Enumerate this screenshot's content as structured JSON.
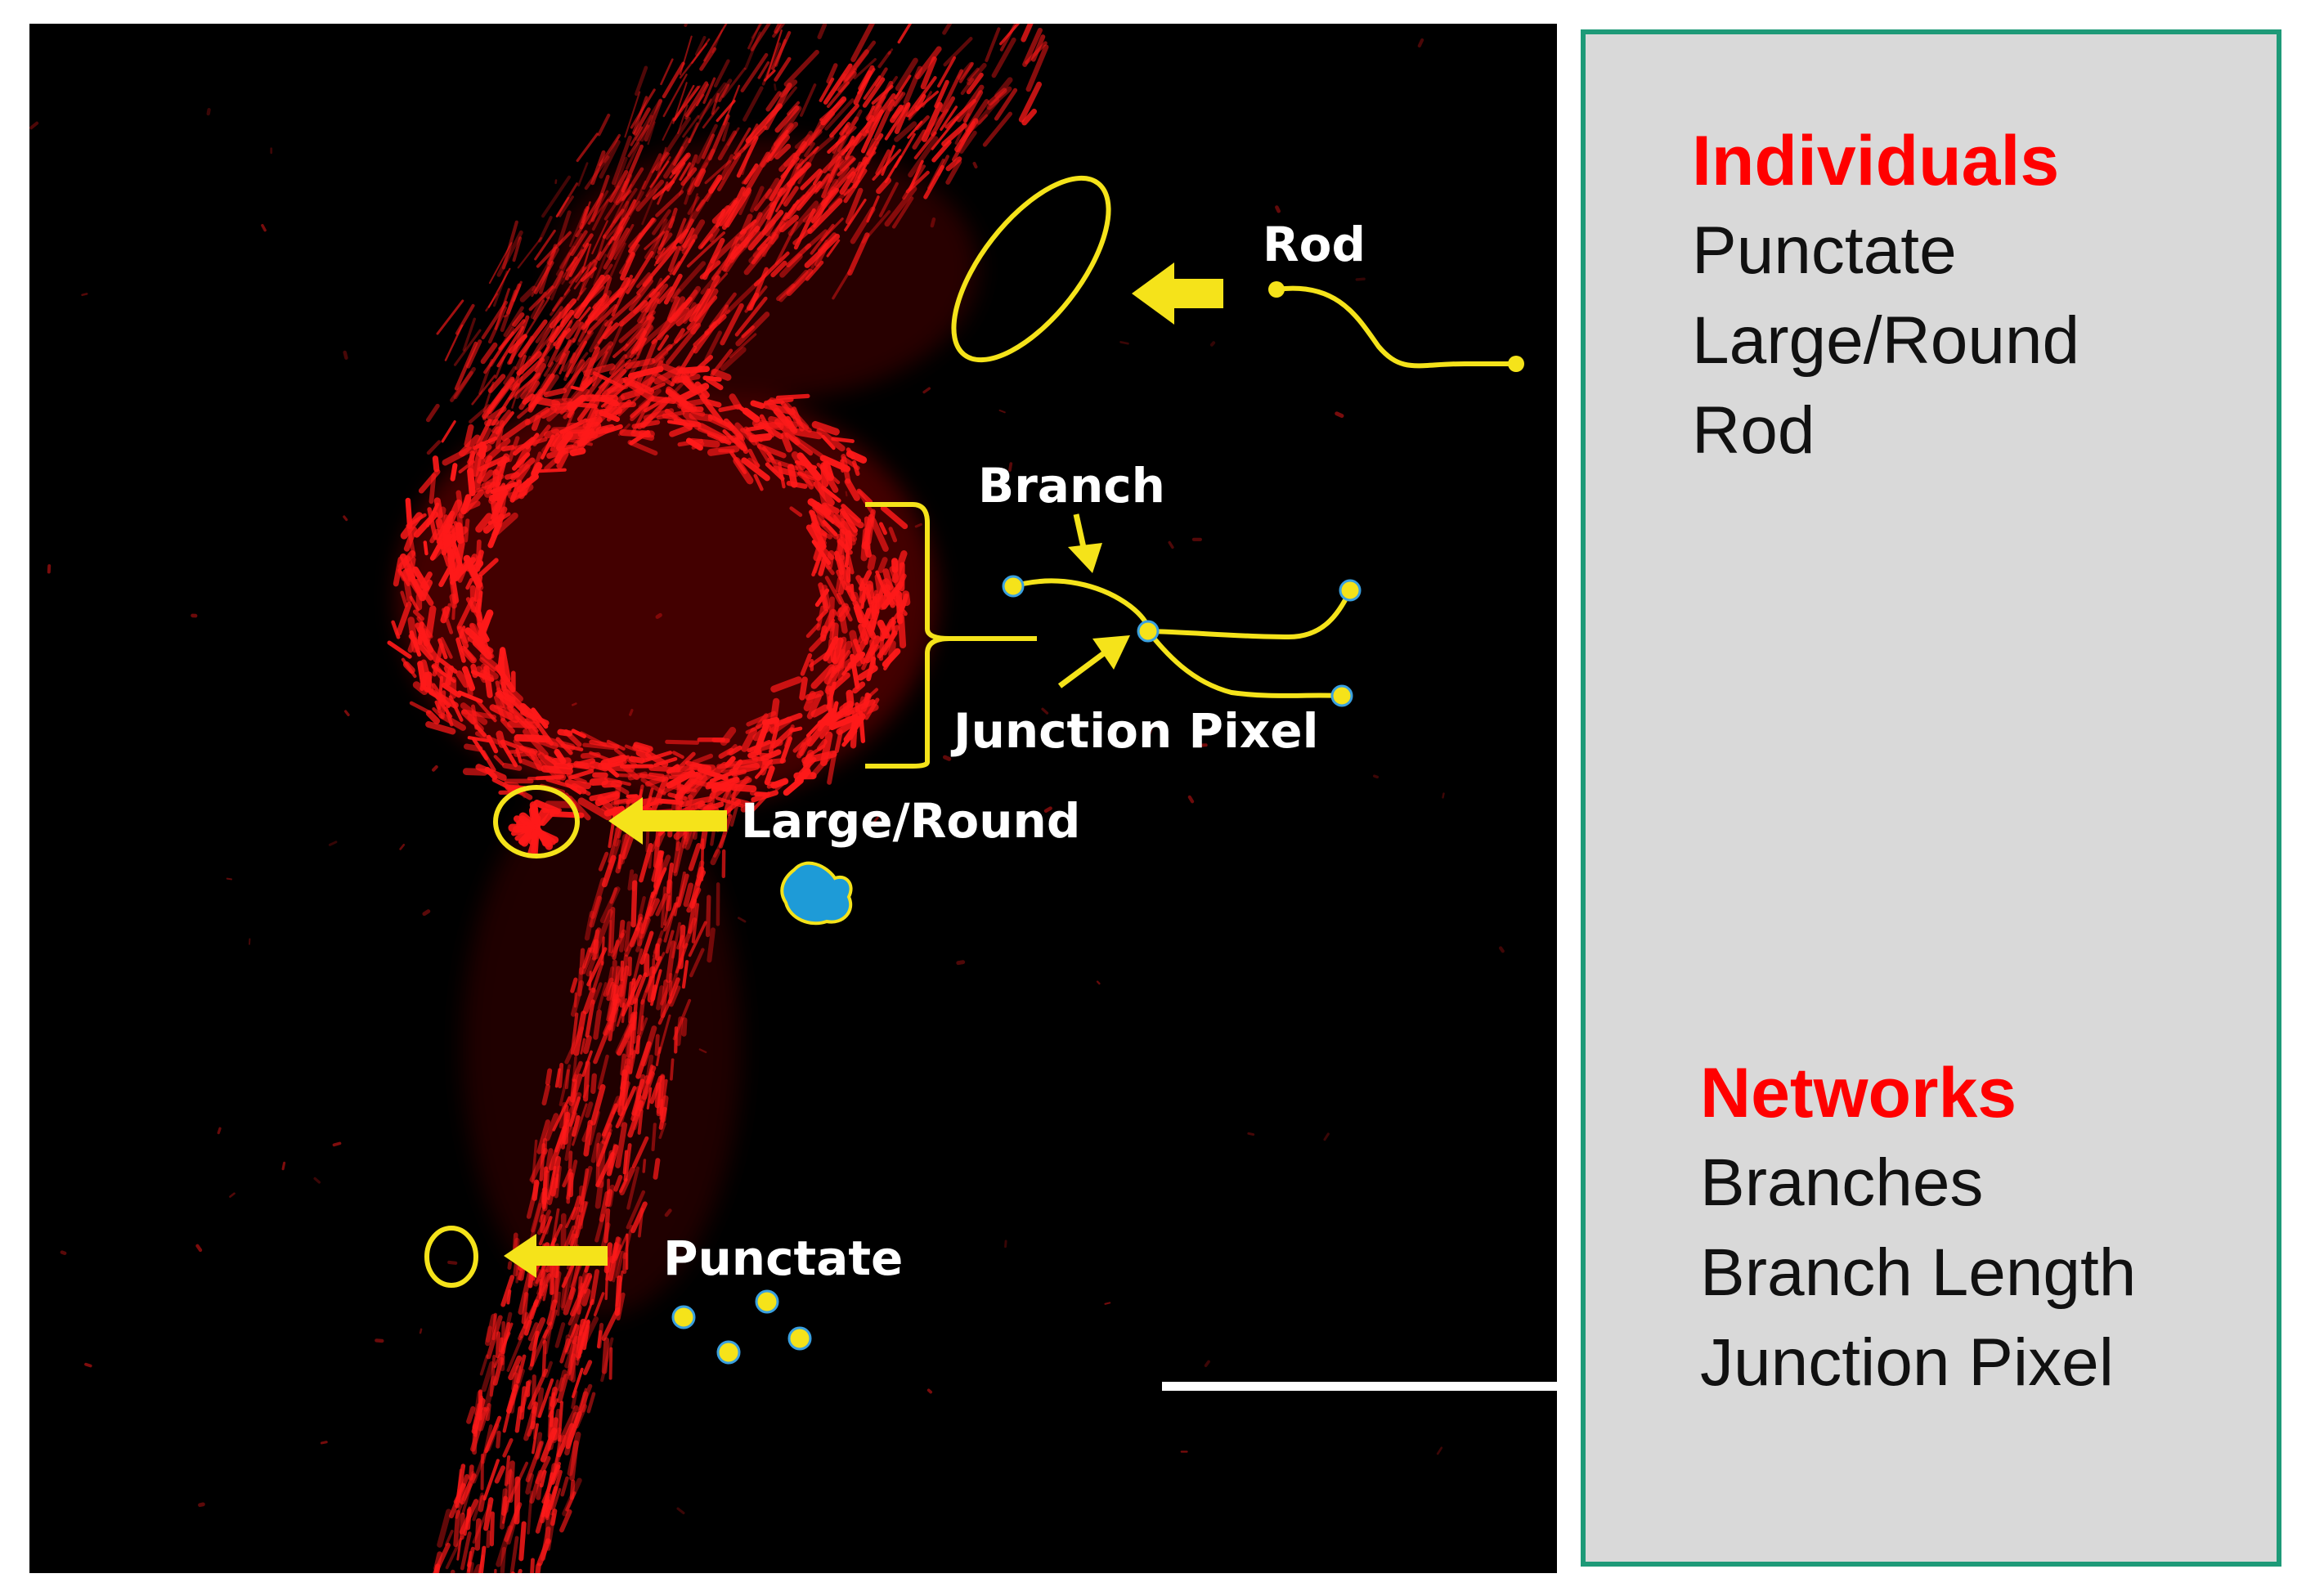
{
  "figure": {
    "annotations": {
      "rod": "Rod",
      "branch": "Branch",
      "junction_pixel": "Junction Pixel",
      "large_round": "Large/Round",
      "punctate": "Punctate"
    },
    "colors": {
      "background": "#000000",
      "mitochondria": "#ff1a1a",
      "annotation": "#f5e31a",
      "label_text": "#ffffff",
      "blob": "#1e9bd7",
      "scale_bar": "#ffffff"
    }
  },
  "legend": {
    "border_color": "#1e9a78",
    "panel_color": "#d9d9d9",
    "heading_color": "#ff0000",
    "individuals": {
      "heading": "Individuals",
      "items": [
        "Punctate",
        "Large/Round",
        "Rod"
      ]
    },
    "networks": {
      "heading": "Networks",
      "items": [
        "Branches",
        "Branch Length",
        "Junction Pixel"
      ]
    }
  }
}
